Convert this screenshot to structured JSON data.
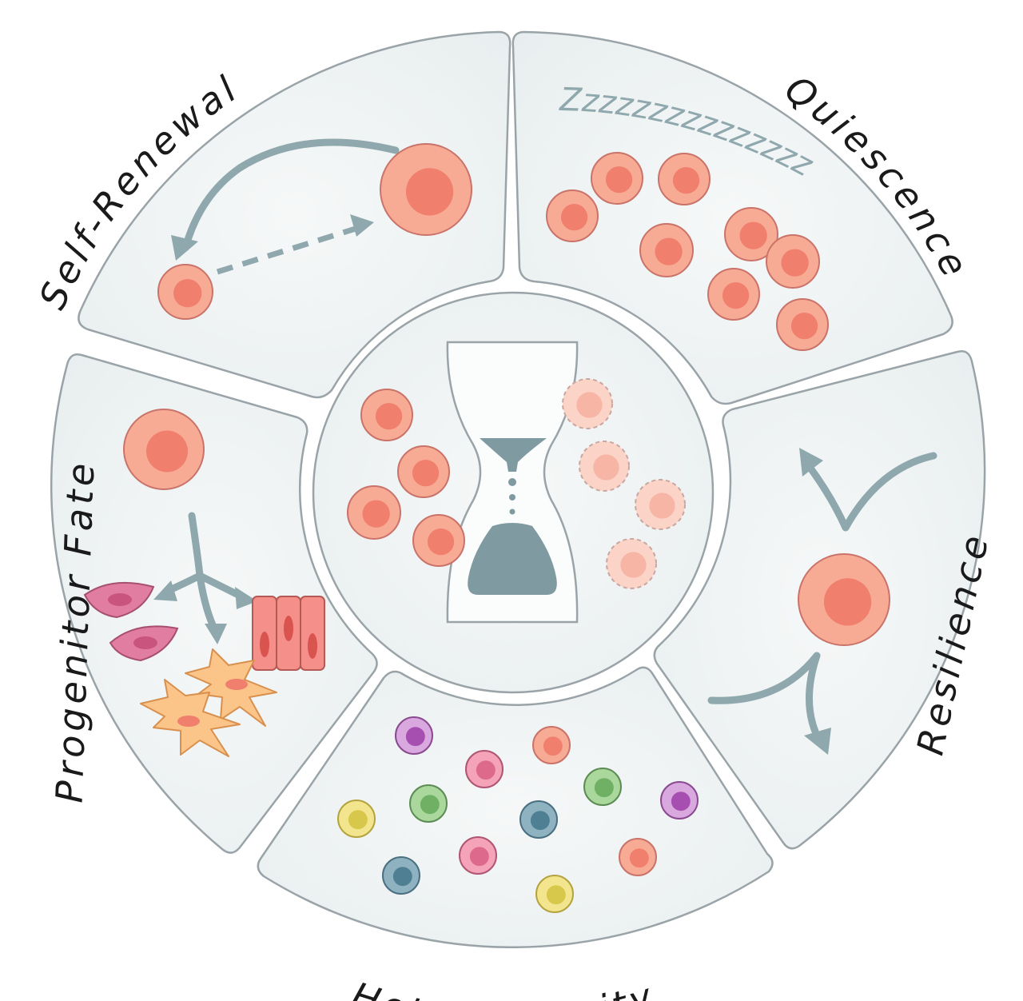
{
  "segments": {
    "self_renewal": "Self-Renewal",
    "quiescence": "Quiescence",
    "resilience": "Resilience",
    "heterogeneity": "Heterogeneity",
    "progenitor_fate": "Progenitor Fate"
  },
  "quiescence_zzz": "Zzzzzzzzzzzzzzz",
  "colors": {
    "panel_fill": "#eef2f3",
    "panel_stroke": "#9aa4a8",
    "arrow": "#8fa8ad",
    "cell_outer": "#f8ab94",
    "cell_inner": "#f07f6e",
    "hourglass_sand": "#7f9aa0"
  }
}
